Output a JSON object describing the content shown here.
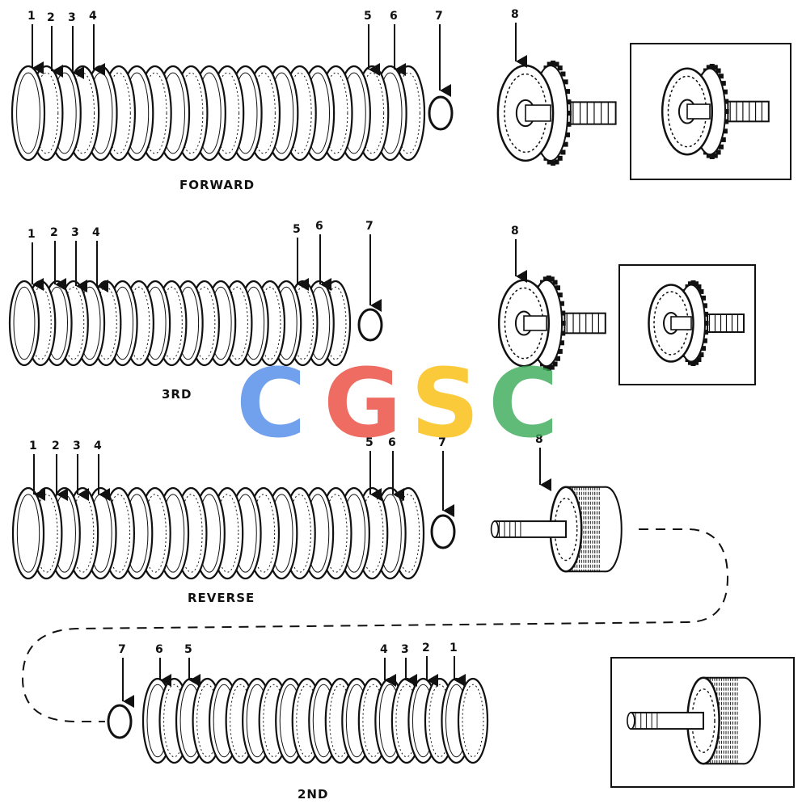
{
  "watermark": {
    "letters": [
      "C",
      "G",
      "S",
      "C"
    ],
    "colors": [
      "#4a86e8",
      "#ea4335",
      "#fbbc04",
      "#34a853"
    ]
  },
  "sections": [
    {
      "caption": "FORWARD",
      "part_numbers": [
        "1",
        "2",
        "3",
        "4",
        "5",
        "6",
        "7",
        "8"
      ]
    },
    {
      "caption": "3RD",
      "part_numbers": [
        "1",
        "2",
        "3",
        "4",
        "5",
        "6",
        "7",
        "8"
      ]
    },
    {
      "caption": "REVERSE",
      "part_numbers": [
        "1",
        "2",
        "3",
        "4",
        "5",
        "6",
        "7",
        "8"
      ]
    },
    {
      "caption": "2ND",
      "part_numbers": [
        "7",
        "6",
        "5",
        "4",
        "3",
        "2",
        "1"
      ]
    }
  ],
  "colors": {
    "line": "#111111",
    "paper": "#ffffff"
  }
}
